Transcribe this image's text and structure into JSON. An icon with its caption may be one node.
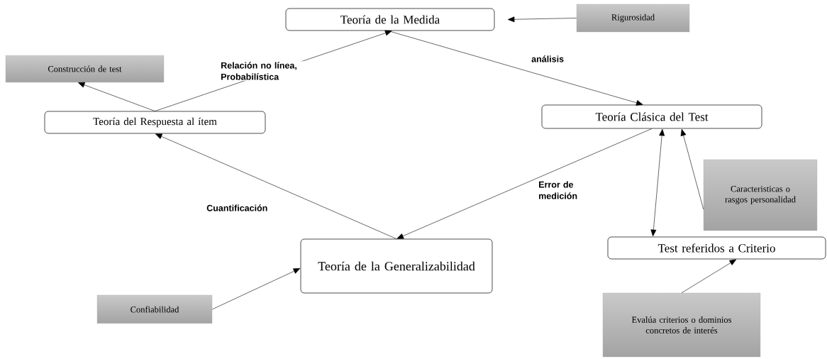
{
  "diagram": {
    "nodes": [
      {
        "text": [
          "Teoría de la Medida"
        ]
      },
      {
        "text": [
          "Rigurosidad"
        ]
      },
      {
        "text": [
          "Construcción de test"
        ]
      },
      {
        "text": [
          "Teoría del Respuesta al ítem"
        ]
      },
      {
        "text": [
          "Teoría Clásica del Test"
        ]
      },
      {
        "text": [
          "Teoría de la Generalizabilidad"
        ]
      },
      {
        "text": [
          "Caracteristicas o rasgos personalidad"
        ]
      },
      {
        "text": [
          "Test referidos a Criterio"
        ]
      },
      {
        "text": [
          "Confiabilidad"
        ]
      },
      {
        "text": [
          "Evalúa criterios o dominios concretos de interés"
        ]
      }
    ],
    "edges": [
      {
        "from": 1,
        "to": 0,
        "arrow": "to"
      },
      {
        "from": 3,
        "to": 0,
        "arrow": "to",
        "label": "Relación no línea, Probabilística"
      },
      {
        "from": 3,
        "to": 2,
        "arrow": "to"
      },
      {
        "from": 0,
        "to": 4,
        "arrow": "to",
        "label": "análisis"
      },
      {
        "from": 4,
        "to": 5,
        "arrow": "to",
        "label": "Error de medición"
      },
      {
        "from": 5,
        "to": 3,
        "arrow": "to",
        "label": "Cuantificación"
      },
      {
        "from": 7,
        "to": 4,
        "arrow": "both"
      },
      {
        "from": 6,
        "to": 4,
        "arrow": "to"
      },
      {
        "from": 8,
        "to": 5,
        "arrow": "to"
      },
      {
        "from": 9,
        "to": 7,
        "arrow": "to"
      }
    ]
  }
}
